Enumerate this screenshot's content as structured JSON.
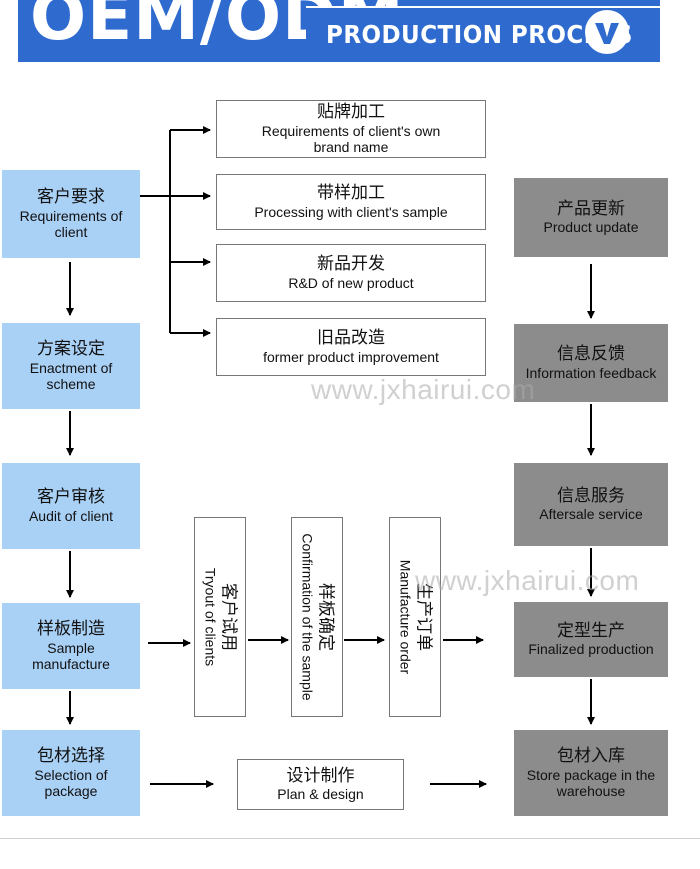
{
  "header": {
    "title": "OEM/ODM",
    "subtitle": "PRODUCTION PROCESS"
  },
  "watermark": "www.jxhairui.com",
  "left_steps": [
    {
      "zh": "客户要求",
      "en": "Requirements of client"
    },
    {
      "zh": "方案设定",
      "en": "Enactment of scheme"
    },
    {
      "zh": "客户审核",
      "en": "Audit of client"
    },
    {
      "zh": "样板制造",
      "en": "Sample manufacture"
    },
    {
      "zh": "包材选择",
      "en": "Selection of package"
    }
  ],
  "options": [
    {
      "zh": "贴牌加工",
      "en": "Requirements of client's own brand name"
    },
    {
      "zh": "带样加工",
      "en": "Processing with client's sample"
    },
    {
      "zh": "新品开发",
      "en": "R&D of new product"
    },
    {
      "zh": "旧品改造",
      "en": "former product improvement"
    }
  ],
  "middle_steps": [
    {
      "zh": "客户试用",
      "en": "Tryout of clients"
    },
    {
      "zh": "样板确定",
      "en": "Confirmation of the sample"
    },
    {
      "zh": "生产订单",
      "en": "Manufacture order"
    }
  ],
  "design_step": {
    "zh": "设计制作",
    "en": "Plan & design"
  },
  "right_steps": [
    {
      "zh": "产品更新",
      "en": "Product update"
    },
    {
      "zh": "信息反馈",
      "en": "Information feedback"
    },
    {
      "zh": "信息服务",
      "en": "Aftersale service"
    },
    {
      "zh": "定型生产",
      "en": "Finalized production"
    },
    {
      "zh": "包材入库",
      "en": "Store package in the warehouse"
    }
  ],
  "colors": {
    "banner": "#2f6bcf",
    "left_box": "#a9d0f5",
    "right_box": "#8c8c8c"
  }
}
